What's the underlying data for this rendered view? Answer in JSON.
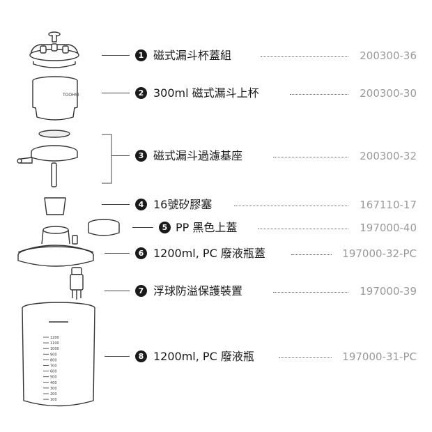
{
  "parts": [
    {
      "number": "1",
      "name": "磁式漏斗杯蓋組",
      "code": "200300-36"
    },
    {
      "number": "2",
      "name": "300ml 磁式漏斗上杯",
      "code": "200300-30"
    },
    {
      "number": "3",
      "name": "磁式漏斗過濾基座",
      "code": "200300-32"
    },
    {
      "number": "4",
      "name": "16號矽膠塞",
      "code": "167110-17"
    },
    {
      "number": "5",
      "name": "PP 黑色上蓋",
      "code": "197000-40"
    },
    {
      "number": "6",
      "name": "1200ml, PC 廢液瓶蓋",
      "code": "197000-32-PC"
    },
    {
      "number": "7",
      "name": "浮球防溢保護裝置",
      "code": "197000-39"
    },
    {
      "number": "8",
      "name": "1200ml, PC 廢液瓶",
      "code": "197000-31-PC"
    }
  ],
  "bottle_scale": [
    "1200",
    "1100",
    "1000",
    "900",
    "800",
    "700",
    "600",
    "500",
    "400",
    "300",
    "200",
    "100"
  ],
  "funnel_brand": "TOOHSI"
}
